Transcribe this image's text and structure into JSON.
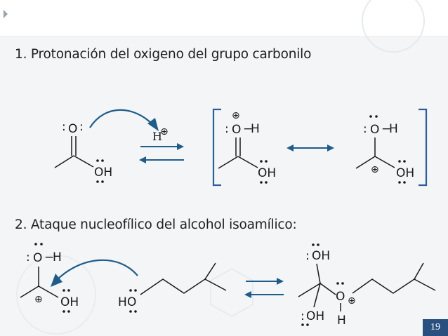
{
  "slide": {
    "heading_1": "1. Protonación del oxigeno del grupo carbonilo",
    "heading_2": "2. Ataque nucleofílico del alcohol isoamílico:",
    "page_number": "19"
  },
  "chemistry": {
    "oxygen": "O",
    "hydroxyl": "OH",
    "hydrogen": "H",
    "proton_symbol": "H",
    "positive_charge": "⊕",
    "bond_dash": "−",
    "hydroxyl_prefix": "H",
    "lone_pair": ":"
  },
  "colors": {
    "slide_background": "#f3f5f6",
    "page_badge": "#29507e",
    "arrow_blue": "#1f5c8a",
    "bracket_blue": "#2b5c9c",
    "text": "#1a1a1a"
  }
}
